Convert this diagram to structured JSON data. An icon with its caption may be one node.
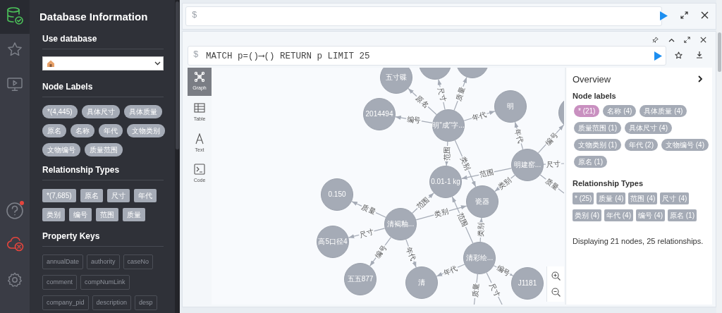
{
  "diagram": {
    "nodes": [
      {
        "text": [],
        "shape": "circle"
      },
      {
        "text": [],
        "shape": "circle"
      },
      {
        "text": [
          "五寸碟"
        ]
      },
      {
        "text": [
          "明"
        ]
      },
      {
        "text": [
          "2014494"
        ]
      },
      {
        "text": [],
        "shape": "circle"
      },
      {
        "text": [
          "明\"成\"字..."
        ]
      },
      {
        "text": [
          "明建窑..."
        ]
      },
      {
        "text": [
          "0.01-1 kg"
        ]
      },
      {
        "text": [
          "0.150"
        ]
      },
      {
        "text": [
          "瓷器"
        ]
      },
      {
        "text": [
          "清褐釉..."
        ]
      },
      {
        "text": [
          "高5口径4"
        ]
      },
      {
        "text": [
          "清彩绘..."
        ]
      },
      {
        "text": [
          "五五877"
        ]
      },
      {
        "text": [
          "清"
        ]
      },
      {
        "text": [
          "J1181"
        ]
      }
    ],
    "edges": [
      {
        "from": 6,
        "to": 2,
        "arrow": "to",
        "label": "原名"
      },
      {
        "from": 6,
        "to": 0,
        "arrow": "to",
        "label": "尺寸"
      },
      {
        "from": 6,
        "to": 1,
        "arrow": "to",
        "label": "质量"
      },
      {
        "from": 6,
        "to": 4,
        "arrow": "to",
        "label": "编号"
      },
      {
        "from": 6,
        "to": 3,
        "arrow": "to",
        "label": "年代"
      },
      {
        "from": 6,
        "to": 8,
        "arrow": "to",
        "label": "范围"
      },
      {
        "from": 6,
        "to": 10,
        "arrow": "to",
        "label": "类别"
      },
      {
        "from": 7,
        "to": 3,
        "arrow": "to",
        "label": "年代"
      },
      {
        "from": 7,
        "to": 5,
        "arrow": "to",
        "label": "编号"
      },
      {
        "from": 7,
        "to": null,
        "arrow": "none",
        "label": "尺寸"
      },
      {
        "from": 7,
        "to": 8,
        "arrow": "to",
        "label": "范围"
      },
      {
        "from": 7,
        "to": 10,
        "arrow": "to",
        "label": "类别"
      },
      {
        "from": 7,
        "to": null,
        "arrow": "none",
        "label": "质量"
      },
      {
        "from": 11,
        "to": 9,
        "arrow": "to",
        "label": "质量"
      },
      {
        "from": 11,
        "to": 12,
        "arrow": "to",
        "label": "尺寸"
      },
      {
        "from": 11,
        "to": 14,
        "arrow": "to",
        "label": "编号"
      },
      {
        "from": 11,
        "to": 8,
        "arrow": "to",
        "label": "范围"
      },
      {
        "from": 11,
        "to": 10,
        "arrow": "to",
        "label": "类别"
      },
      {
        "from": 11,
        "to": 15,
        "arrow": "to",
        "label": "年代"
      },
      {
        "from": 13,
        "to": 15,
        "arrow": "to",
        "label": "年代"
      },
      {
        "from": 13,
        "to": 8,
        "arrow": "to",
        "label": "范围"
      },
      {
        "from": 13,
        "to": 10,
        "arrow": "to",
        "label": "类别"
      },
      {
        "from": 13,
        "to": 16,
        "arrow": "to",
        "label": "编号"
      },
      {
        "from": 13,
        "to": null,
        "arrow": "none",
        "label": "质量"
      },
      {
        "from": 13,
        "to": null,
        "arrow": "none",
        "label": "尺寸"
      }
    ],
    "labels": [
      "Database Information",
      "Use database",
      "Node Labels",
      "*(4,445)",
      "具体尺寸",
      "具体质量",
      "原名",
      "名称",
      "年代",
      "文物类别",
      "文物编号",
      "质量范围",
      "Relationship Types",
      "*(7,685)",
      "原名",
      "尺寸",
      "年代",
      "类别",
      "编号",
      "范围",
      "质量",
      "Property Keys",
      "annualDate",
      "authority",
      "caseNo",
      "comment",
      "compNumLink",
      "company_pid",
      "description",
      "desp",
      "$",
      "$",
      "MATCH p=()⟶() RETURN p LIMIT 25",
      "Graph",
      "Table",
      "Text",
      "Code",
      "Overview",
      "Node labels",
      "* (21)",
      "名称 (4)",
      "具体质量 (4)",
      "质量范围 (1)",
      "具体尺寸 (4)",
      "文物类别 (1)",
      "年代 (2)",
      "文物编号 (4)",
      "原名 (1)",
      "Relationship Types",
      "* (25)",
      "质量 (4)",
      "范围 (4)",
      "尺寸 (4)",
      "类别 (4)",
      "年代 (4)",
      "编号 (4)",
      "原名 (1)",
      "Displaying 21 nodes, 25 relationships."
    ]
  }
}
